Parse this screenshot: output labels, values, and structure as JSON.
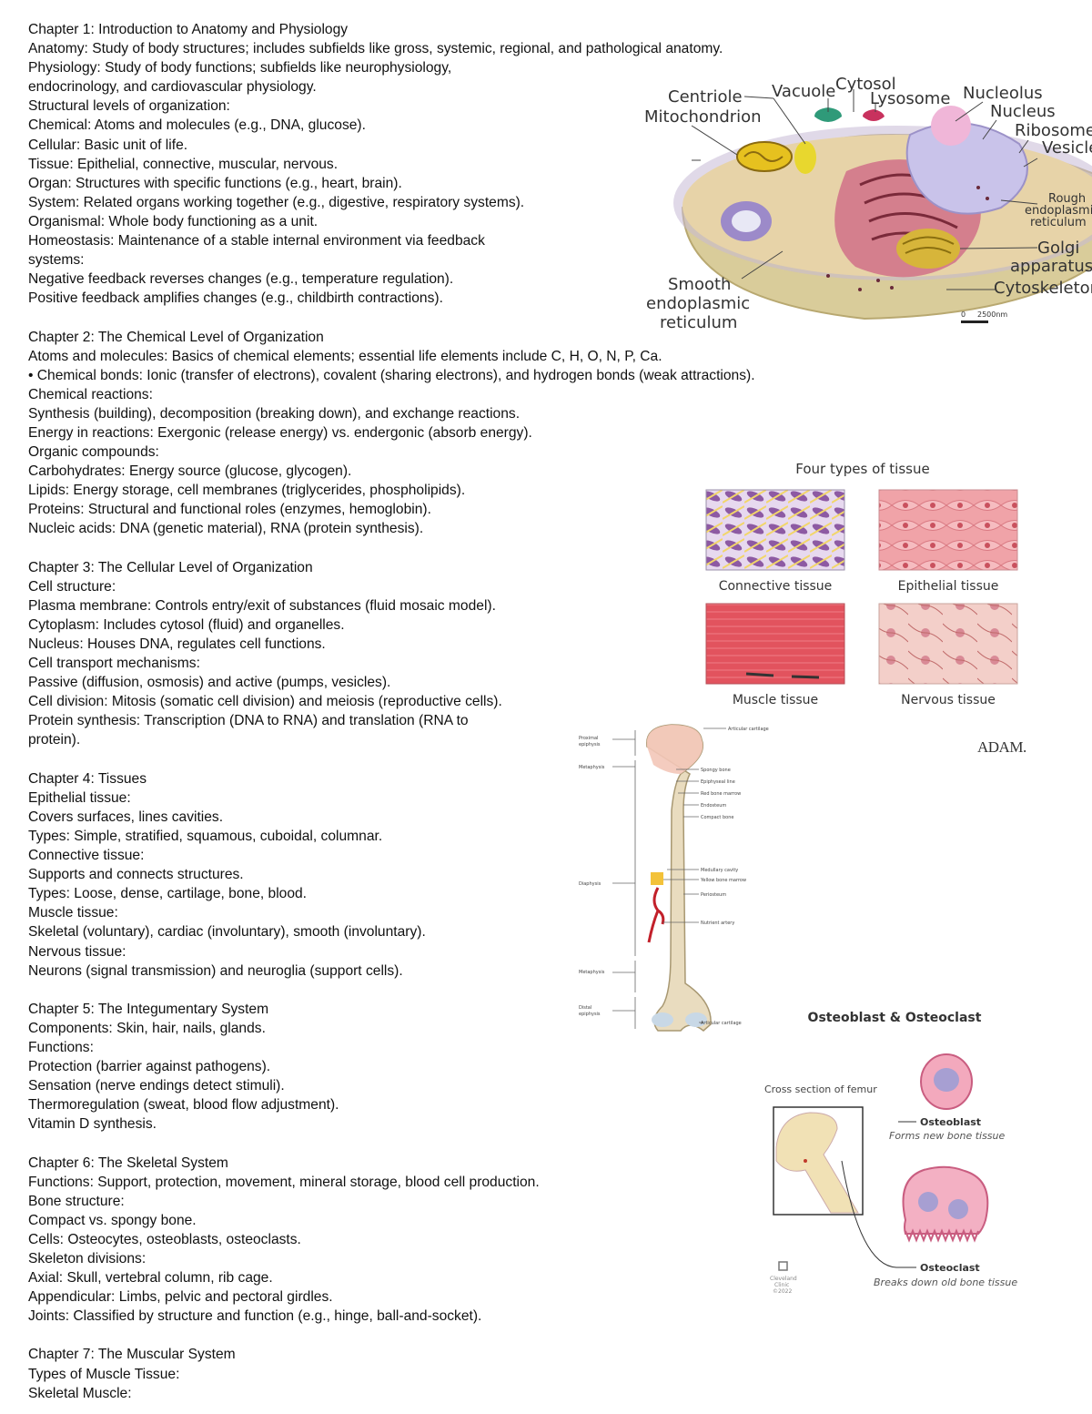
{
  "lines": [
    "Chapter 1: Introduction to Anatomy and Physiology",
    "Anatomy: Study of body structures; includes subfields like gross, systemic, regional, and pathological anatomy.",
    "Physiology: Study of body functions; subfields like neurophysiology,",
    "endocrinology, and cardiovascular physiology.",
    "Structural levels of organization:",
    "Chemical: Atoms and molecules (e.g., DNA, glucose).",
    "Cellular: Basic unit of life.",
    "Tissue: Epithelial, connective, muscular, nervous.",
    "Organ: Structures with specific functions (e.g., heart, brain).",
    "System: Related organs working together (e.g., digestive, respiratory systems).",
    "Organismal: Whole body functioning as a unit.",
    "Homeostasis: Maintenance of a stable internal environment via feedback",
    "systems:",
    "Negative feedback reverses changes (e.g., temperature regulation).",
    "Positive feedback amplifies changes (e.g., childbirth contractions).",
    "",
    "Chapter 2: The Chemical Level of Organization",
    "Atoms and molecules: Basics of chemical elements; essential life elements include C, H, O, N, P, Ca.",
    "Chemical bonds: Ionic (transfer of electrons), covalent (sharing electrons), and hydrogen bonds (weak attractions).",
    "Chemical reactions:",
    "Synthesis (building), decomposition (breaking down), and exchange reactions.",
    "Energy in reactions: Exergonic (release energy) vs. endergonic (absorb energy).",
    "Organic compounds:",
    "Carbohydrates: Energy source (glucose, glycogen).",
    "Lipids: Energy storage, cell membranes (triglycerides, phospholipids).",
    "Proteins: Structural and functional roles (enzymes, hemoglobin).",
    "Nucleic acids: DNA (genetic material), RNA (protein synthesis).",
    "",
    "Chapter 3: The Cellular Level of Organization",
    "Cell structure:",
    "Plasma membrane: Controls entry/exit of substances (fluid mosaic model).",
    "Cytoplasm: Includes cytosol (fluid) and organelles.",
    "Nucleus: Houses DNA, regulates cell functions.",
    "Cell transport mechanisms:",
    "Passive (diffusion, osmosis) and active (pumps, vesicles).",
    "Cell division: Mitosis (somatic cell division) and meiosis (reproductive cells).",
    "Protein synthesis: Transcription (DNA to RNA) and translation (RNA to",
    "protein).",
    "",
    "Chapter 4: Tissues",
    "Epithelial tissue:",
    "Covers surfaces, lines cavities.",
    "Types: Simple, stratified, squamous, cuboidal, columnar.",
    "Connective tissue:",
    "Supports and connects structures.",
    "Types: Loose, dense, cartilage, bone, blood.",
    "Muscle tissue:",
    "Skeletal (voluntary), cardiac (involuntary), smooth (involuntary).",
    "Nervous tissue:",
    "Neurons (signal transmission) and neuroglia (support cells).",
    "",
    "Chapter 5: The Integumentary System",
    "Components: Skin, hair, nails, glands.",
    "Functions:",
    "Protection (barrier against pathogens).",
    "Sensation (nerve endings detect stimuli).",
    "Thermoregulation (sweat, blood flow adjustment).",
    "Vitamin D synthesis.",
    "",
    "Chapter 6: The Skeletal System",
    "Functions: Support, protection, movement, mineral storage, blood cell production.",
    "Bone structure:",
    "Compact vs. spongy bone.",
    "Cells: Osteocytes, osteoblasts, osteoclasts.",
    "Skeleton divisions:",
    "Axial: Skull, vertebral column, rib cage.",
    "Appendicular: Limbs, pelvic and pectoral girdles.",
    "Joints: Classified by structure and function (e.g., hinge, ball-and-socket).",
    "",
    "Chapter 7: The Muscular System",
    "Types of Muscle Tissue:",
    "Skeletal Muscle:"
  ],
  "cell_figure": {
    "labels": {
      "centriole": "Centriole",
      "vacuole": "Vacuole",
      "cytosol": "Cytosol",
      "lysosome": "Lysosome",
      "nucleolus": "Nucleolus",
      "nucleus": "Nucleus",
      "ribosome": "Ribosome",
      "vesicle": "Vesicle",
      "mitochondrion": "Mitochondrion",
      "rough_er_1": "Rough",
      "rough_er_2": "endoplasmic",
      "rough_er_3": "reticulum",
      "golgi_1": "Golgi",
      "golgi_2": "apparatus",
      "smooth_er_1": "Smooth",
      "smooth_er_2": "endoplasmic",
      "smooth_er_3": "reticulum",
      "cytoskeleton": "Cytoskeleton",
      "scale_0": "0",
      "scale_max": "2500nm"
    }
  },
  "tissue_figure": {
    "title": "Four types of tissue",
    "connective": "Connective tissue",
    "epithelial": "Epithelial tissue",
    "muscle": "Muscle tissue",
    "nervous": "Nervous tissue",
    "logo": "ADAM."
  },
  "bone_figure": {
    "left": {
      "proximal_1": "Proximal",
      "proximal_2": "epiphysis",
      "metaphysis_top": "Metaphysis",
      "diaphysis": "Diaphysis",
      "metaphysis_bottom": "Metaphysis",
      "distal_1": "Distal",
      "distal_2": "epiphysis"
    },
    "right": {
      "articular_top": "Articular cartilage",
      "spongy": "Spongy bone",
      "epiphyseal": "Epiphyseal line",
      "red_marrow": "Red bone marrow",
      "endosteum": "Endosteum",
      "compact": "Compact bone",
      "medullary": "Medullary cavity",
      "yellow_marrow": "Yellow bone marrow",
      "periosteum": "Periosteum",
      "nutrient_artery": "Nutrient artery",
      "articular_bottom": "Articular cartilage"
    }
  },
  "osteo_figure": {
    "title": "Osteoblast & Osteoclast",
    "cross_section": "Cross section of femur",
    "osteoblast": "Osteoblast",
    "osteoblast_desc": "Forms new bone tissue",
    "osteoclast": "Osteoclast",
    "osteoclast_desc": "Breaks down old bone tissue",
    "credit_1": "Cleveland",
    "credit_2": "Clinic",
    "credit_3": "©2022"
  },
  "colors": {
    "text": "#111111",
    "cell_cytoplasm": "#d9cc9a",
    "nucleus": "#c9c3ea",
    "muscle": "#e2535e",
    "nervous": "#f3cfc9",
    "bone": "#e9dcbf",
    "osteoblast": "#f3a9bd"
  }
}
